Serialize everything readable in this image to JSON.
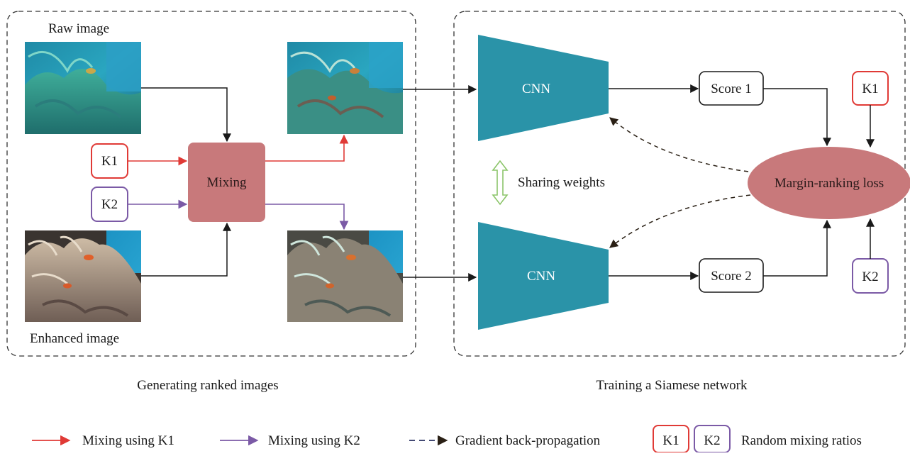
{
  "left_panel": {
    "raw_label": "Raw image",
    "enhanced_label": "Enhanced image",
    "mixing_label": "Mixing",
    "k1": "K1",
    "k2": "K2",
    "caption": "Generating ranked images"
  },
  "right_panel": {
    "cnn_top": "CNN",
    "cnn_bottom": "CNN",
    "sharing": "Sharing weights",
    "score1": "Score 1",
    "score2": "Score 2",
    "loss": "Margin-ranking loss",
    "k1": "K1",
    "k2": "K2",
    "caption": "Training a Siamese network"
  },
  "legend": {
    "k1_mix": "Mixing using K1",
    "k2_mix": "Mixing using K2",
    "gradient": "Gradient back-propagation",
    "k1": "K1",
    "k2": "K2",
    "ratios": "Random mixing ratios"
  },
  "colors": {
    "red": "#e03a36",
    "purple": "#7b5aa6",
    "cnn": "#2a93a8",
    "mixing": "#c8797b",
    "loss": "#c8797b",
    "dashed": "#3a3020",
    "sharing": "#8cc56a"
  }
}
